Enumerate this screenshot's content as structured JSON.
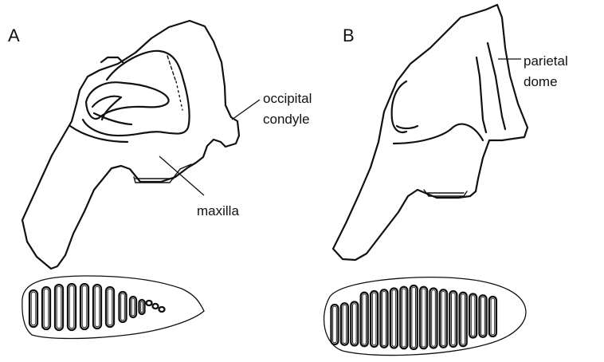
{
  "panels": {
    "a": {
      "letter": "A",
      "labels": {
        "occipital_line1": "occipital",
        "occipital_line2": "condyle",
        "maxilla": "maxilla"
      }
    },
    "b": {
      "letter": "B",
      "labels": {
        "parietal_line1": "parietal",
        "parietal_line2": "dome"
      }
    }
  }
}
